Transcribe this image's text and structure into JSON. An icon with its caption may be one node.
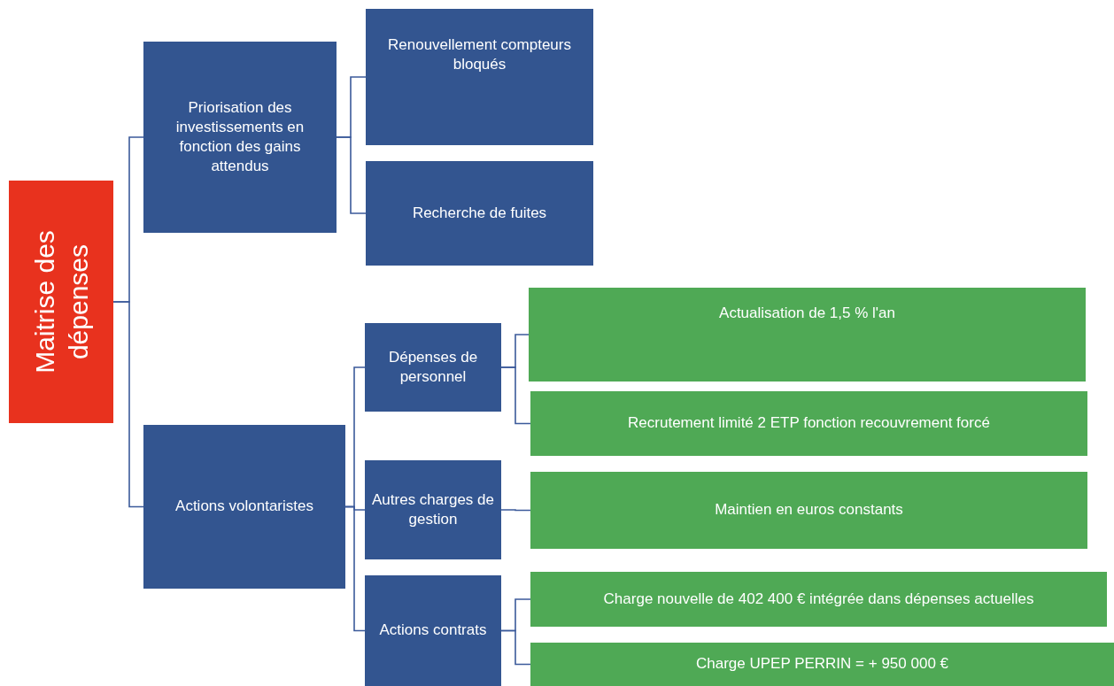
{
  "diagram": {
    "nodes": [
      {
        "text": [
          "Maitrise des dépenses"
        ]
      },
      {
        "text": [
          "Priorisation des investissements en fonction des gains attendus"
        ]
      },
      {
        "text": [
          "Renouvellement compteurs bloqués"
        ]
      },
      {
        "text": [
          "Recherche de fuites"
        ]
      },
      {
        "text": [
          "Actions volontaristes"
        ]
      },
      {
        "text": [
          "Dépenses de personnel"
        ]
      },
      {
        "text": [
          "Autres charges de gestion"
        ]
      },
      {
        "text": [
          "Actions  contrats"
        ]
      },
      {
        "text": [
          "Actualisation de 1,5 % l'an"
        ]
      },
      {
        "text": [
          "Recrutement limité 2 ETP fonction recouvrement forcé"
        ]
      },
      {
        "text": [
          "Maintien en euros constants"
        ]
      },
      {
        "text": [
          "Charge nouvelle de 402 400 € intégrée dans dépenses actuelles"
        ]
      },
      {
        "text": [
          "Charge UPEP PERRIN =  + 950 000 €"
        ]
      }
    ],
    "edges": [
      {
        "from": 0,
        "to": 1,
        "arrow": "none"
      },
      {
        "from": 0,
        "to": 4,
        "arrow": "none"
      },
      {
        "from": 1,
        "to": 2,
        "arrow": "none"
      },
      {
        "from": 1,
        "to": 3,
        "arrow": "none"
      },
      {
        "from": 4,
        "to": 5,
        "arrow": "none"
      },
      {
        "from": 4,
        "to": 6,
        "arrow": "none"
      },
      {
        "from": 4,
        "to": 7,
        "arrow": "none"
      },
      {
        "from": 5,
        "to": 8,
        "arrow": "none"
      },
      {
        "from": 5,
        "to": 9,
        "arrow": "none"
      },
      {
        "from": 6,
        "to": 10,
        "arrow": "none"
      },
      {
        "from": 7,
        "to": 11,
        "arrow": "none"
      },
      {
        "from": 7,
        "to": 12,
        "arrow": "none"
      }
    ]
  }
}
